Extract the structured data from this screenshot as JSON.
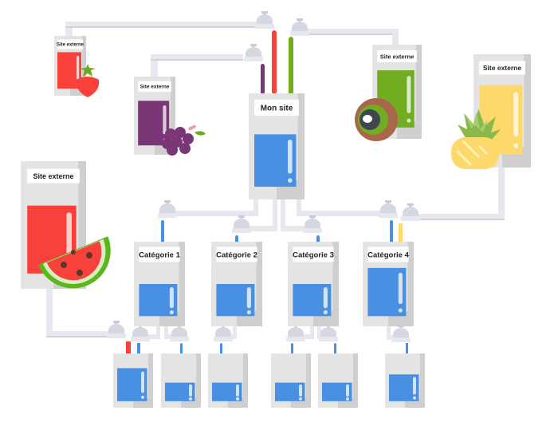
{
  "diagram": {
    "title": "Flux de liens : sites externes vers mon site, catégories et pages",
    "colors": {
      "pipe": "#e6e8ee",
      "pipe_shadow": "#c9ccd6",
      "tank_light": "#e4e4e4",
      "tank_dark": "#cfcfcf",
      "water": "#4a90e2",
      "strawberry": "#f44336",
      "grape": "#7b3678",
      "kiwi": "#6aaa1e",
      "pineapple": "#fdd96b",
      "watermelon": "#f44336"
    },
    "external_sites": [
      {
        "id": "strawberry",
        "label": "Site externe",
        "fruit": "strawberry-icon",
        "color": "#f7413a",
        "fill_level": 0.8
      },
      {
        "id": "grape",
        "label": "Site externe",
        "fruit": "grape-icon",
        "color": "#7b3678",
        "fill_level": 0.75
      },
      {
        "id": "kiwi",
        "label": "Site externe",
        "fruit": "kiwi-icon",
        "color": "#72ad21",
        "fill_level": 0.8
      },
      {
        "id": "pineapple",
        "label": "Site externe",
        "fruit": "pineapple-icon",
        "color": "#fdd96b",
        "fill_level": 0.8
      },
      {
        "id": "watermelon",
        "label": "Site externe",
        "fruit": "watermelon-icon",
        "color": "#f7413a",
        "fill_level": 0.7
      }
    ],
    "main_site": {
      "label": "Mon site",
      "fill_level": 0.65
    },
    "categories": [
      {
        "label": "Catégorie 1",
        "fill_level": 0.5
      },
      {
        "label": "Catégorie 2",
        "fill_level": 0.5
      },
      {
        "label": "Catégorie 3",
        "fill_level": 0.5
      },
      {
        "label": "Catégorie 4",
        "fill_level": 0.75
      }
    ],
    "pages": [
      {
        "fill_level": 0.8
      },
      {
        "fill_level": 0.45
      },
      {
        "fill_level": 0.45
      },
      {
        "fill_level": 0.45
      },
      {
        "fill_level": 0.45
      },
      {
        "fill_level": 0.65
      }
    ]
  }
}
